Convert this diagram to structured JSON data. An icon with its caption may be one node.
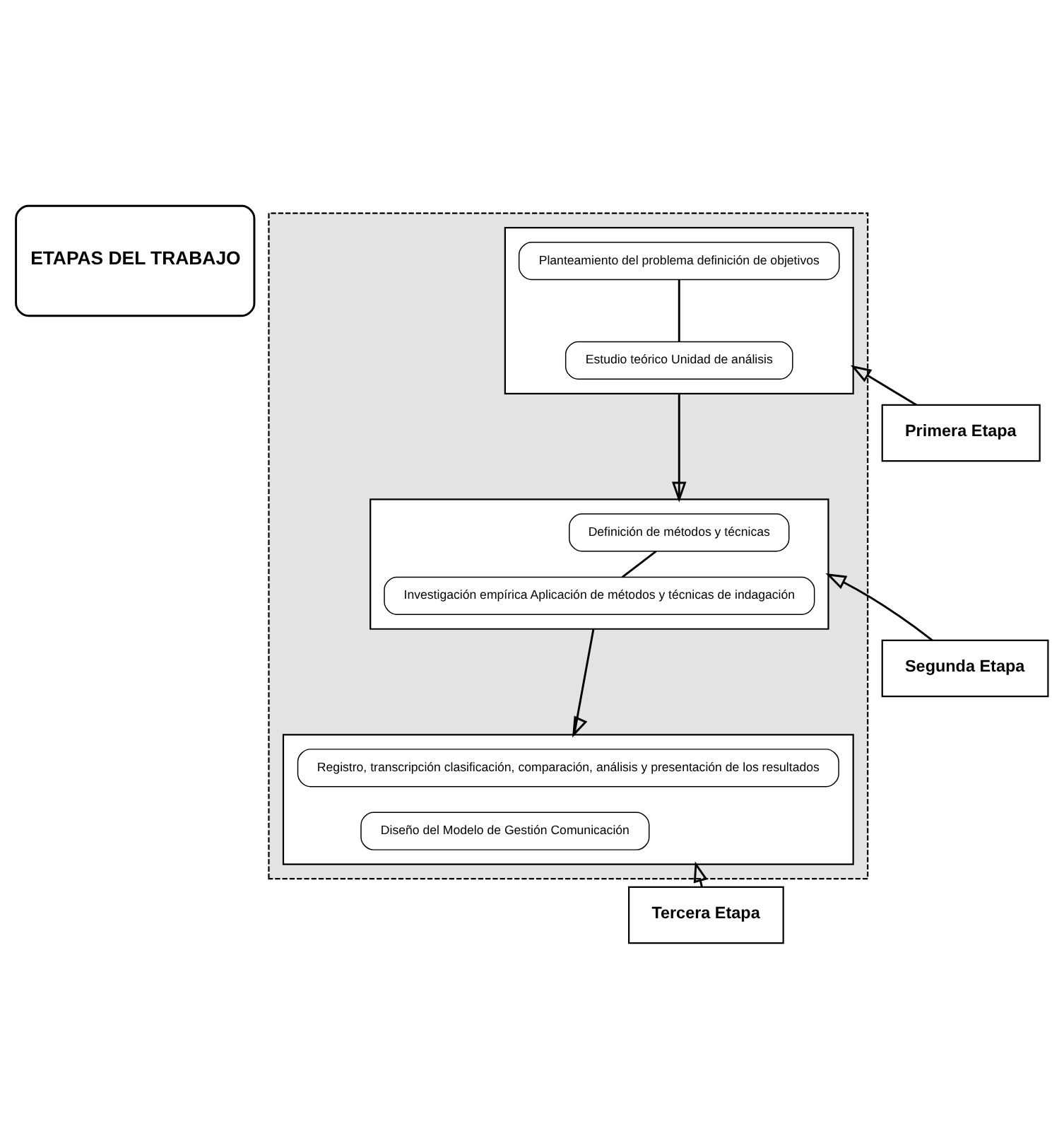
{
  "diagram": {
    "nodes": [
      {
        "text": [
          "ETAPAS DEL TRABAJO"
        ]
      },
      {
        "text": [],
        "shape": "box"
      },
      {
        "text": [
          "Primera Etapa"
        ]
      },
      {
        "text": [],
        "shape": "box",
        "in": 1
      },
      {
        "text": [
          "Planteamiento del problema definición de objetivos"
        ],
        "in": 3
      },
      {
        "text": [
          "Estudio teórico Unidad de análisis"
        ],
        "in": 3
      },
      {
        "text": [
          "Segunda Etapa"
        ]
      },
      {
        "text": [],
        "shape": "box",
        "in": 1
      },
      {
        "text": [
          "Definición de métodos y técnicas"
        ],
        "in": 7
      },
      {
        "text": [
          "Investigación empírica Aplicación de métodos y técnicas de indagación"
        ],
        "in": 7
      },
      {
        "text": [
          "Tercera Etapa"
        ]
      },
      {
        "text": [],
        "shape": "box",
        "in": 1
      },
      {
        "text": [
          "Registro, transcripción clasificación, comparación, análisis y presentación de los resultados"
        ],
        "in": 11
      },
      {
        "text": [
          "Diseño del Modelo de Gestión Comunicación"
        ],
        "in": 11
      }
    ],
    "edges": [
      {
        "from": 2,
        "to": 3,
        "arrow": "to"
      },
      {
        "from": 4,
        "to": 5,
        "arrow": "none"
      },
      {
        "from": 3,
        "to": 7,
        "arrow": "to"
      },
      {
        "from": 6,
        "to": 7,
        "arrow": "to"
      },
      {
        "from": 8,
        "to": 9,
        "arrow": "none"
      },
      {
        "from": 7,
        "to": 11,
        "arrow": "to"
      },
      {
        "from": 10,
        "to": 11,
        "arrow": "to"
      }
    ]
  }
}
